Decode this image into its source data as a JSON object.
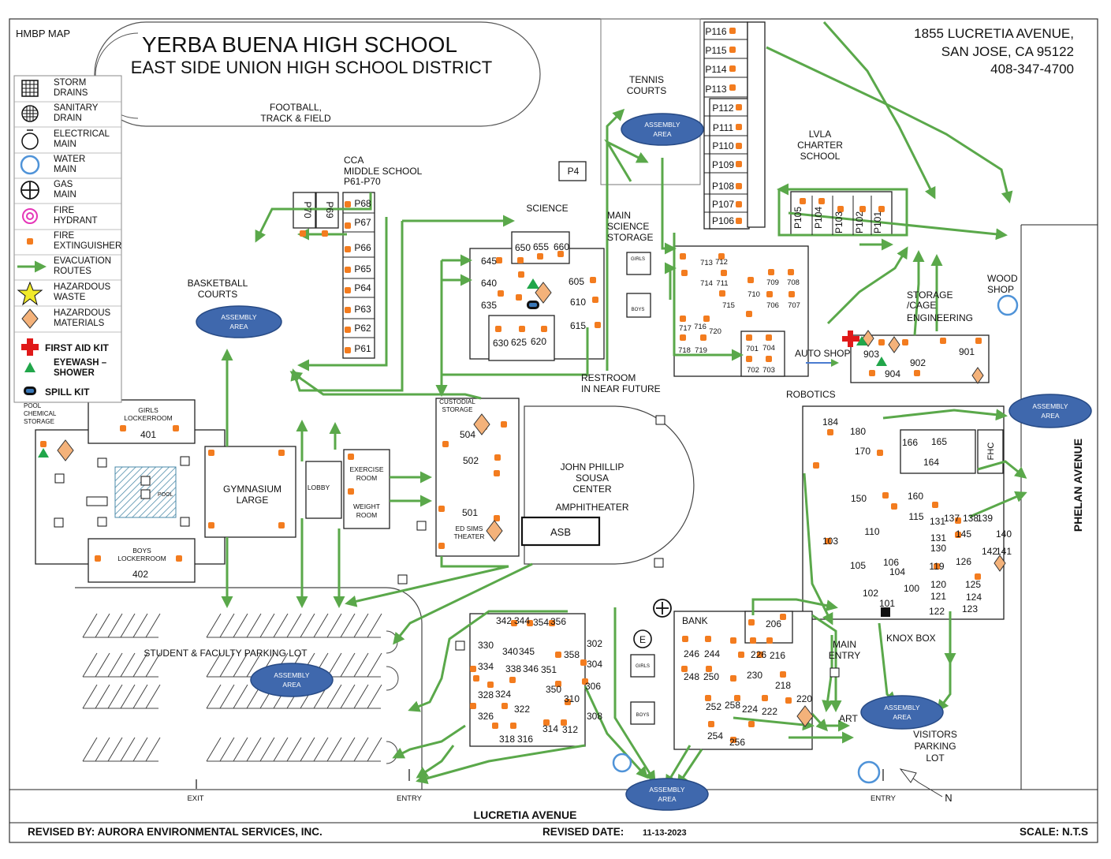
{
  "header": {
    "map_code": "HMBP MAP",
    "title": "YERBA BUENA HIGH SCHOOL",
    "subtitle": "EAST SIDE UNION HIGH SCHOOL DISTRICT",
    "address_line1": "1855 LUCRETIA AVENUE,",
    "address_line2": "SAN JOSE, CA 95122",
    "phone": "408-347-4700"
  },
  "legend": [
    {
      "icon": "storm-drain",
      "label1": "STORM",
      "label2": "DRAINS"
    },
    {
      "icon": "sanitary-drain",
      "label1": "SANITARY",
      "label2": "DRAIN"
    },
    {
      "icon": "electrical-main",
      "label1": "ELECTRICAL",
      "label2": "MAIN"
    },
    {
      "icon": "water-main",
      "label1": "WATER",
      "label2": "MAIN"
    },
    {
      "icon": "gas-main",
      "label1": "GAS",
      "label2": "MAIN"
    },
    {
      "icon": "fire-hydrant",
      "label1": "FIRE",
      "label2": "HYDRANT"
    },
    {
      "icon": "fire-extinguisher",
      "label1": "FIRE",
      "label2": "EXTINGUISHER"
    },
    {
      "icon": "evacuation-route",
      "label1": "EVACUATION",
      "label2": "ROUTES"
    },
    {
      "icon": "hazardous-waste",
      "label1": "HAZARDOUS",
      "label2": "WASTE"
    },
    {
      "icon": "hazardous-materials",
      "label1": "HAZARDOUS",
      "label2": "MATERIALS"
    },
    {
      "icon": "first-aid-kit",
      "label1": "FIRST AID KIT",
      "label2": ""
    },
    {
      "icon": "eyewash-shower",
      "label1": "EYEWASH –",
      "label2": "SHOWER"
    },
    {
      "icon": "spill-kit",
      "label1": "SPILL KIT",
      "label2": ""
    }
  ],
  "areas": {
    "football": [
      "FOOTBALL,",
      "TRACK & FIELD"
    ],
    "tennis": [
      "TENNIS",
      "COURTS"
    ],
    "cca": [
      "CCA",
      "MIDDLE SCHOOL",
      "P61-P70"
    ],
    "science": "SCIENCE",
    "main_science": [
      "MAIN",
      "SCIENCE",
      "STORAGE"
    ],
    "lvla": [
      "LVLA",
      "CHARTER",
      "SCHOOL"
    ],
    "basketball": [
      "BASKETBALL",
      "COURTS"
    ],
    "restroom": [
      "RESTROOM",
      "IN NEAR FUTURE"
    ],
    "storage_cage": [
      "STORAGE",
      "/CAGE"
    ],
    "engineering": "ENGINEERING",
    "wood_shop": [
      "WOOD",
      "SHOP"
    ],
    "auto_shop": "AUTO SHOP",
    "robotics": "ROBOTICS",
    "pool_chem": [
      "POOL",
      "CHEMICAL",
      "STORAGE"
    ],
    "girls_locker": [
      "GIRLS",
      "LOCKERROOM"
    ],
    "boys_locker": [
      "BOYS",
      "LOCKERROOM"
    ],
    "pool": "POOL",
    "gym": [
      "GYMNASIUM",
      "LARGE"
    ],
    "lobby": "LOBBY",
    "exercise": [
      "EXERCISE",
      "ROOM"
    ],
    "weight": [
      "WEIGHT",
      "ROOM"
    ],
    "custodial": [
      "CUSTODIAL",
      "STORAGE"
    ],
    "edsims": [
      "ED SIMS",
      "THEATER"
    ],
    "asb": "ASB",
    "sousa": [
      "JOHN PHILLIP",
      "SOUSA",
      "CENTER"
    ],
    "amphitheater": "AMPHITHEATER",
    "parking": "STUDENT & FACULTY PARKING LOT",
    "bank": "BANK",
    "main_entry": [
      "MAIN",
      "ENTRY"
    ],
    "art": "ART",
    "knox": "KNOX BOX",
    "visitors": [
      "VISITORS",
      "PARKING",
      "LOT"
    ],
    "phelan": "PHELAN AVENUE",
    "lucretia": "LUCRETIA AVENUE",
    "fhc": "FHC",
    "exit": "EXIT",
    "entry": "ENTRY",
    "north": "N",
    "girls": "GIRLS",
    "boys": "BOYS"
  },
  "assembly_area": [
    "ASSEMBLY",
    "AREA"
  ],
  "rooms": {
    "p_right": [
      "P116",
      "P115",
      "P114",
      "P113",
      "P112",
      "P111",
      "P110",
      "P109",
      "P108",
      "P107",
      "P106"
    ],
    "p_cca": [
      "P68",
      "P67",
      "P66",
      "P65",
      "P64",
      "P63",
      "P62",
      "P61"
    ],
    "p_cca_rot": [
      "P70",
      "P69"
    ],
    "p_lvla": [
      "P105",
      "P104",
      "P103",
      "P102",
      "P101"
    ],
    "p4": "P4",
    "science": [
      "645",
      "640",
      "635",
      "650",
      "655",
      "660",
      "605",
      "610",
      "615",
      "630",
      "625",
      "620"
    ],
    "r700": [
      "713",
      "712",
      "714",
      "711",
      "715",
      "710",
      "709",
      "708",
      "706",
      "707",
      "717",
      "716",
      "720",
      "718",
      "719",
      "701",
      "704",
      "702",
      "703"
    ],
    "r900": [
      "903",
      "902",
      "901",
      "904"
    ],
    "r500": [
      "504",
      "502",
      "501"
    ],
    "r400": [
      "401",
      "402"
    ],
    "r100": [
      "184",
      "180",
      "170",
      "166",
      "165",
      "164",
      "150",
      "160",
      "115",
      "131",
      "137",
      "138",
      "139",
      "145",
      "140",
      "131",
      "130",
      "142",
      "141",
      "119",
      "126",
      "120",
      "121",
      "122",
      "125",
      "124",
      "123",
      "110",
      "103",
      "105",
      "106",
      "104",
      "102",
      "100",
      "101"
    ],
    "r300": [
      "342",
      "344",
      "354",
      "356",
      "330",
      "340",
      "345",
      "302",
      "358",
      "304",
      "334",
      "338",
      "346",
      "351",
      "328",
      "324",
      "350",
      "306",
      "310",
      "326",
      "322",
      "308",
      "314",
      "312",
      "318",
      "316"
    ],
    "r200": [
      "206",
      "246",
      "244",
      "226",
      "216",
      "248",
      "250",
      "230",
      "218",
      "220",
      "252",
      "258",
      "224",
      "222",
      "254",
      "256"
    ]
  },
  "footer": {
    "revised_by": "REVISED BY: AURORA ENVIRONMENTAL SERVICES, INC.",
    "revised_date_label": "REVISED DATE:",
    "revised_date": "11-13-2023",
    "scale": "SCALE: N.T.S"
  },
  "colors": {
    "route": "#5aa84a",
    "assembly": "#3f68ad",
    "extinguisher": "#f37c1f",
    "hazmat": "#f4b27a",
    "water": "#4f93d8",
    "hydrant": "#e536b8"
  }
}
